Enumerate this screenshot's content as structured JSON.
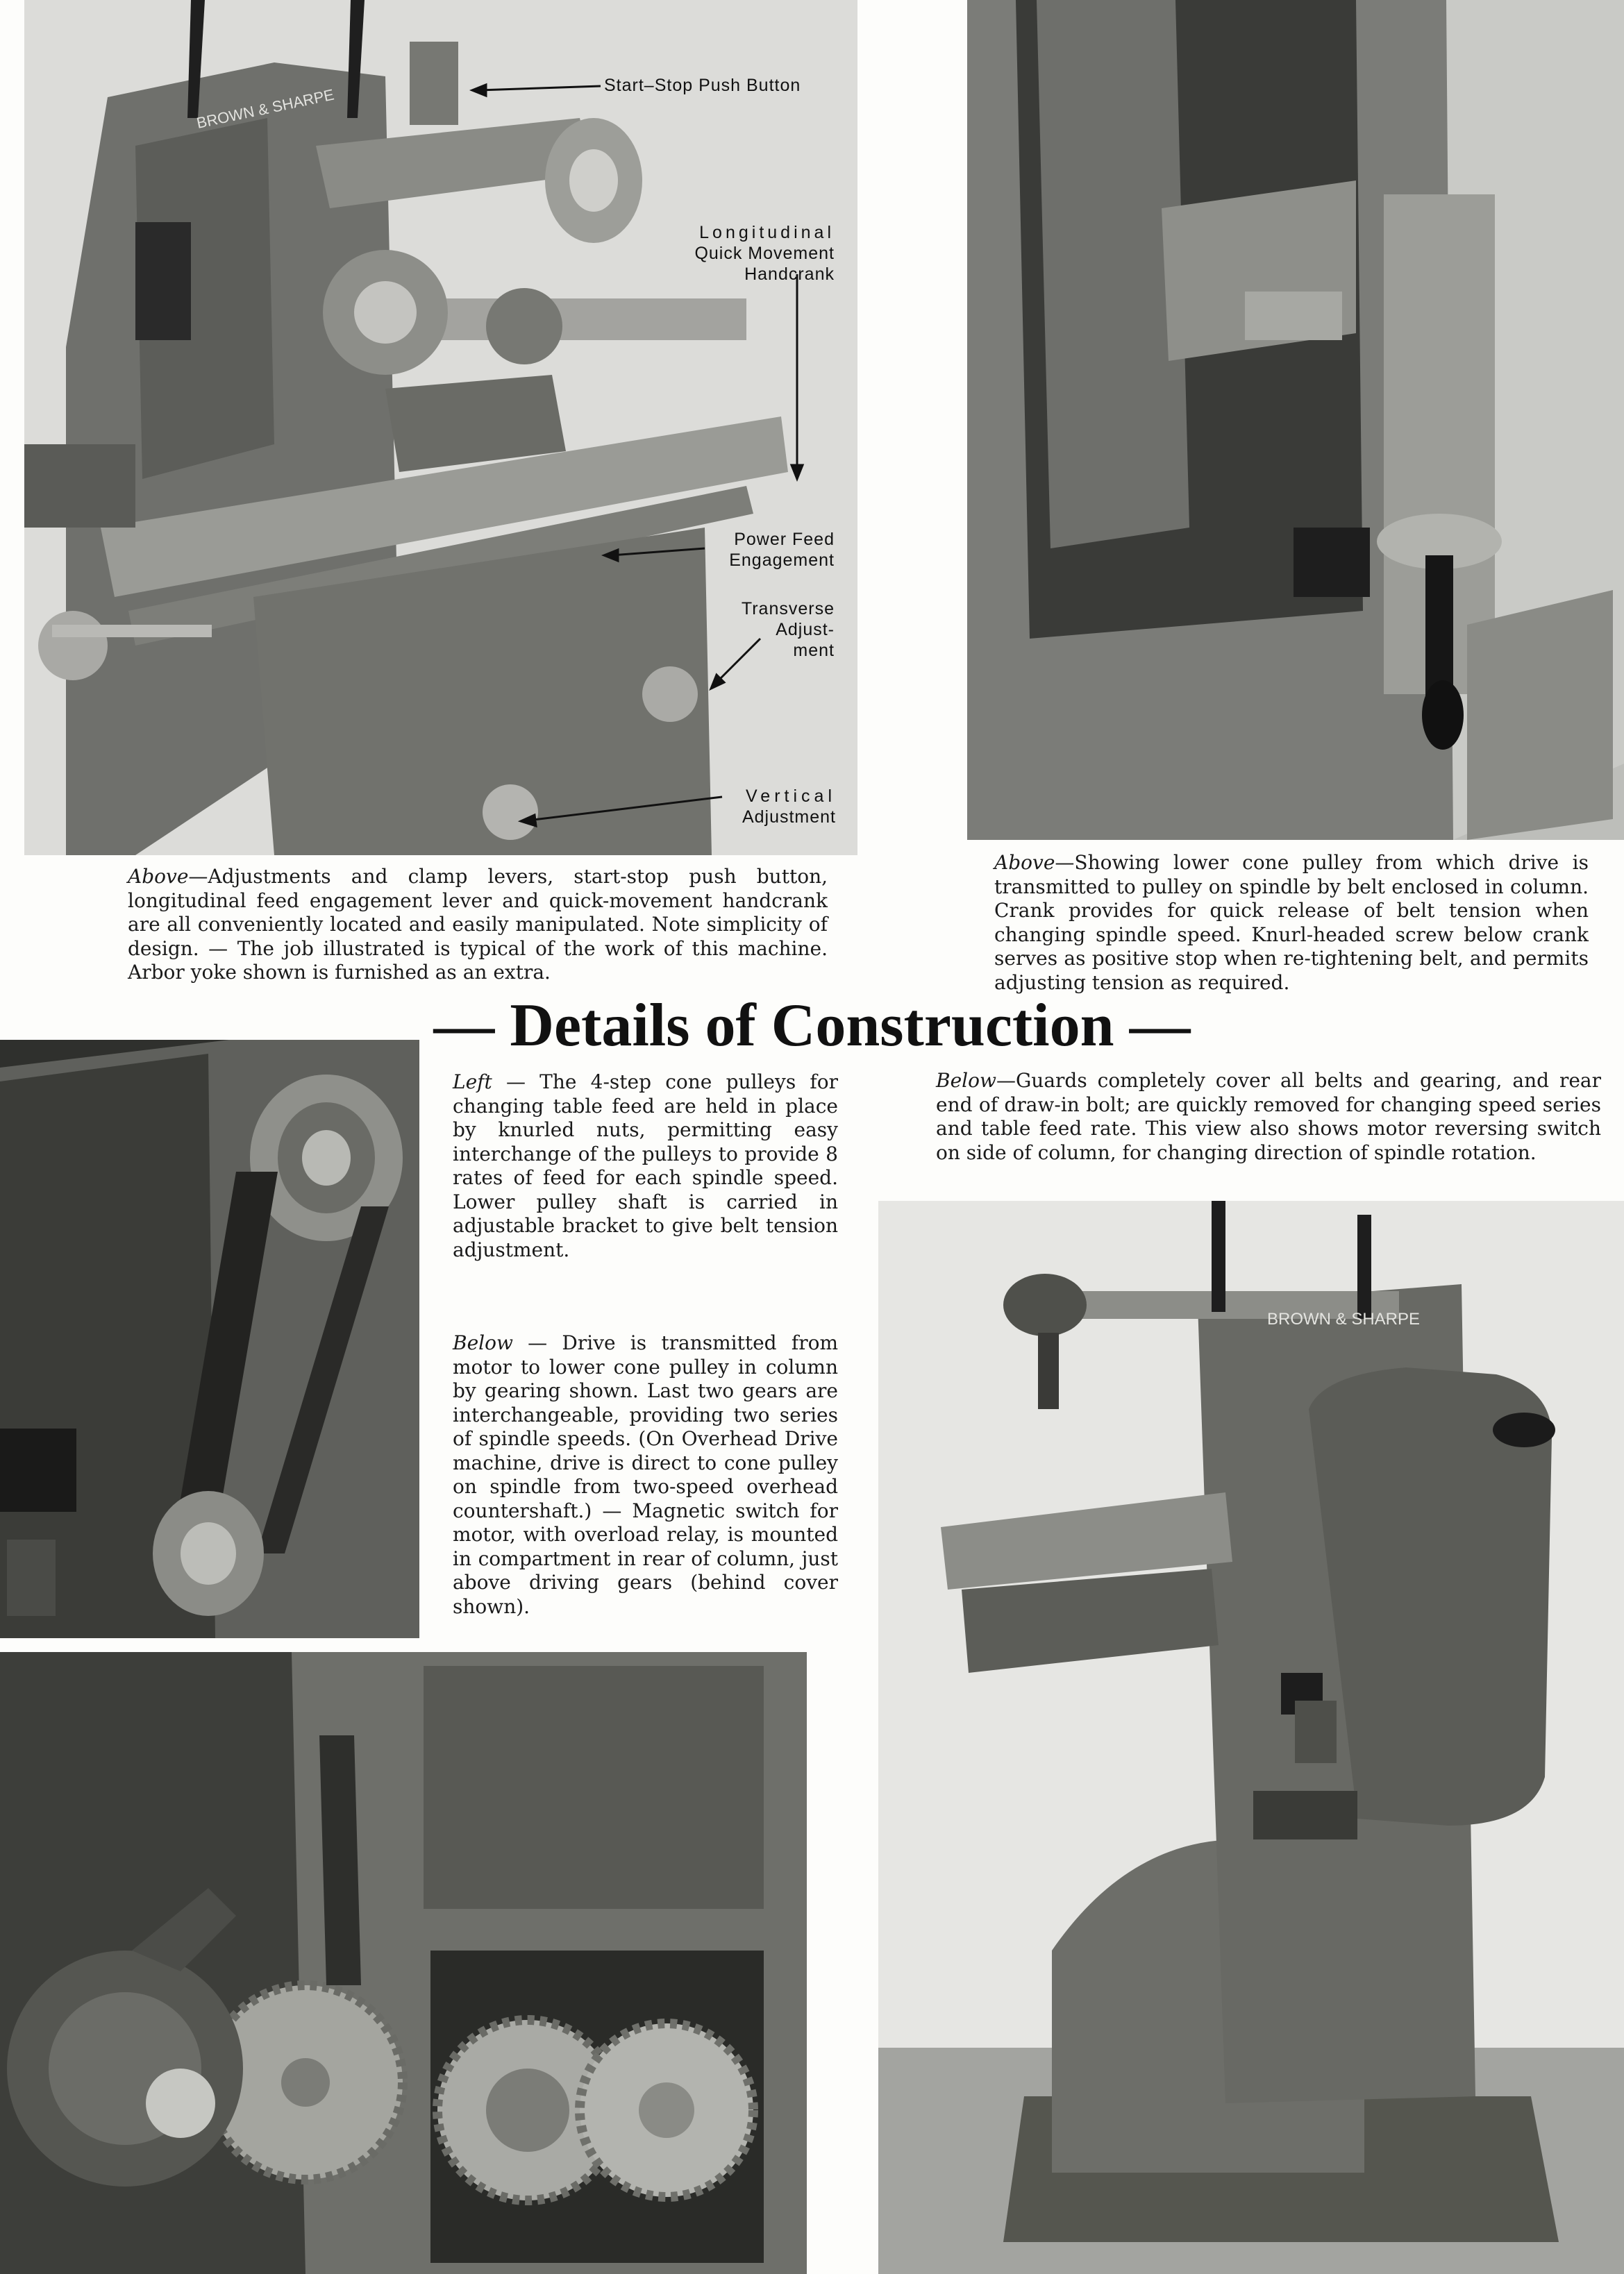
{
  "heading": "— Details of Construction —",
  "callouts": {
    "start_stop": "Start–Stop Push Button",
    "longitudinal": [
      "Longitudinal",
      "Quick Movement",
      "Handcrank"
    ],
    "power_feed": [
      "Power Feed",
      "Engagement"
    ],
    "transverse": [
      "Transverse",
      "Adjust-",
      "ment"
    ],
    "vertical": [
      "Vertical",
      "Adjustment"
    ]
  },
  "machine_plate": "BROWN & SHARPE",
  "captions": {
    "top_left": {
      "lead": "Above",
      "body": "—Adjustments and clamp levers, start-stop push button, longitudinal feed engagement lever and quick-movement handcrank are all conveniently located and easily manipulated. Note simplicity of design. — The job illustrated is typical of the work of this machine. Arbor yoke shown is furnished as an extra."
    },
    "top_right": {
      "lead": "Above",
      "body": "—Showing lower cone pulley from which drive is transmitted to pulley on spindle by belt enclosed in column. Crank provides for quick release of belt tension when changing spindle speed. Knurl-headed screw below crank serves as positive stop when re-tightening belt, and permits adjusting tension as required."
    },
    "middle_left": {
      "lead": "Left",
      "body": " — The 4-step cone pulleys for changing table feed are held in place by knurled nuts, permitting easy interchange of the pulleys to provide 8 rates of feed for each spindle speed. Lower pulley shaft is carried in adjustable bracket to give belt tension adjustment."
    },
    "middle_right": {
      "lead": "Below",
      "body": "—Guards completely cover all belts and gearing, and rear end of draw-in bolt; are quickly removed for changing speed series and table feed rate. This view also shows motor reversing switch on side of column, for changing direction of spindle rotation."
    },
    "lower_left": {
      "lead": "Below",
      "body": " — Drive is transmitted from motor to lower cone pulley in column by gearing shown. Last two gears are interchangeable, providing two series of spindle speeds. (On Overhead Drive machine, drive is direct to cone pulley on spindle from two-speed overhead countershaft.) — Magnetic switch for motor, with overload relay, is mounted in compartment in rear of column, just above driving gears (behind cover shown)."
    }
  }
}
